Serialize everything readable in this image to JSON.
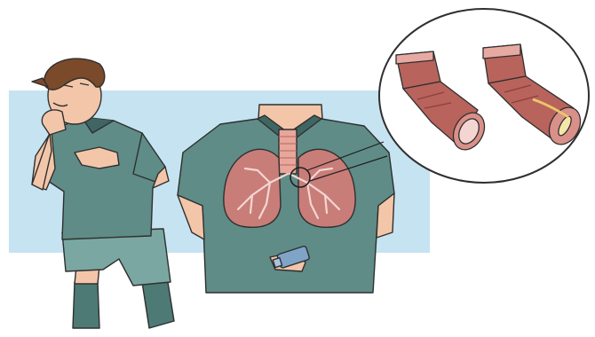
{
  "image": {
    "subject": "asthma-illustration",
    "panels": [
      "coughing-child",
      "lungs-torso-with-inhaler",
      "airway-cross-section-magnifier"
    ],
    "colors": {
      "background_band": "#c6e3f1",
      "shirt": "#5f8c86",
      "shirt_dark": "#3f6663",
      "skin": "#f3c6a9",
      "lung": "#c97d78",
      "lung_dark": "#8e3f3c",
      "bronchi": "#f3d6d2",
      "inhaler": "#7fa4c8",
      "outline": "#2f2f2f"
    }
  }
}
